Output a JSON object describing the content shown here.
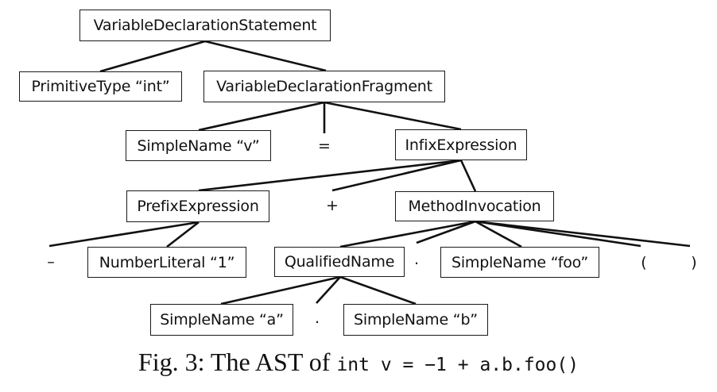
{
  "nodes": {
    "vds": "VariableDeclarationStatement",
    "pt": "PrimitiveType “int”",
    "vdf": "VariableDeclarationFragment",
    "sn_v": "SimpleName “v”",
    "infix": "InfixExpression",
    "prefix": "PrefixExpression",
    "mi": "MethodInvocation",
    "nl": "NumberLiteral “1”",
    "qn": "QualifiedName",
    "sn_foo": "SimpleName “foo”",
    "sn_a": "SimpleName “a”",
    "sn_b": "SimpleName “b”"
  },
  "tokens": {
    "eq": "=",
    "plus": "+",
    "minus": "–",
    "dot1": ".",
    "lparen": "(",
    "rparen": ")",
    "dot2": "."
  },
  "caption": {
    "prefix": "Fig. 3: The AST of ",
    "code": "int v = −1 + a.b.foo()"
  }
}
